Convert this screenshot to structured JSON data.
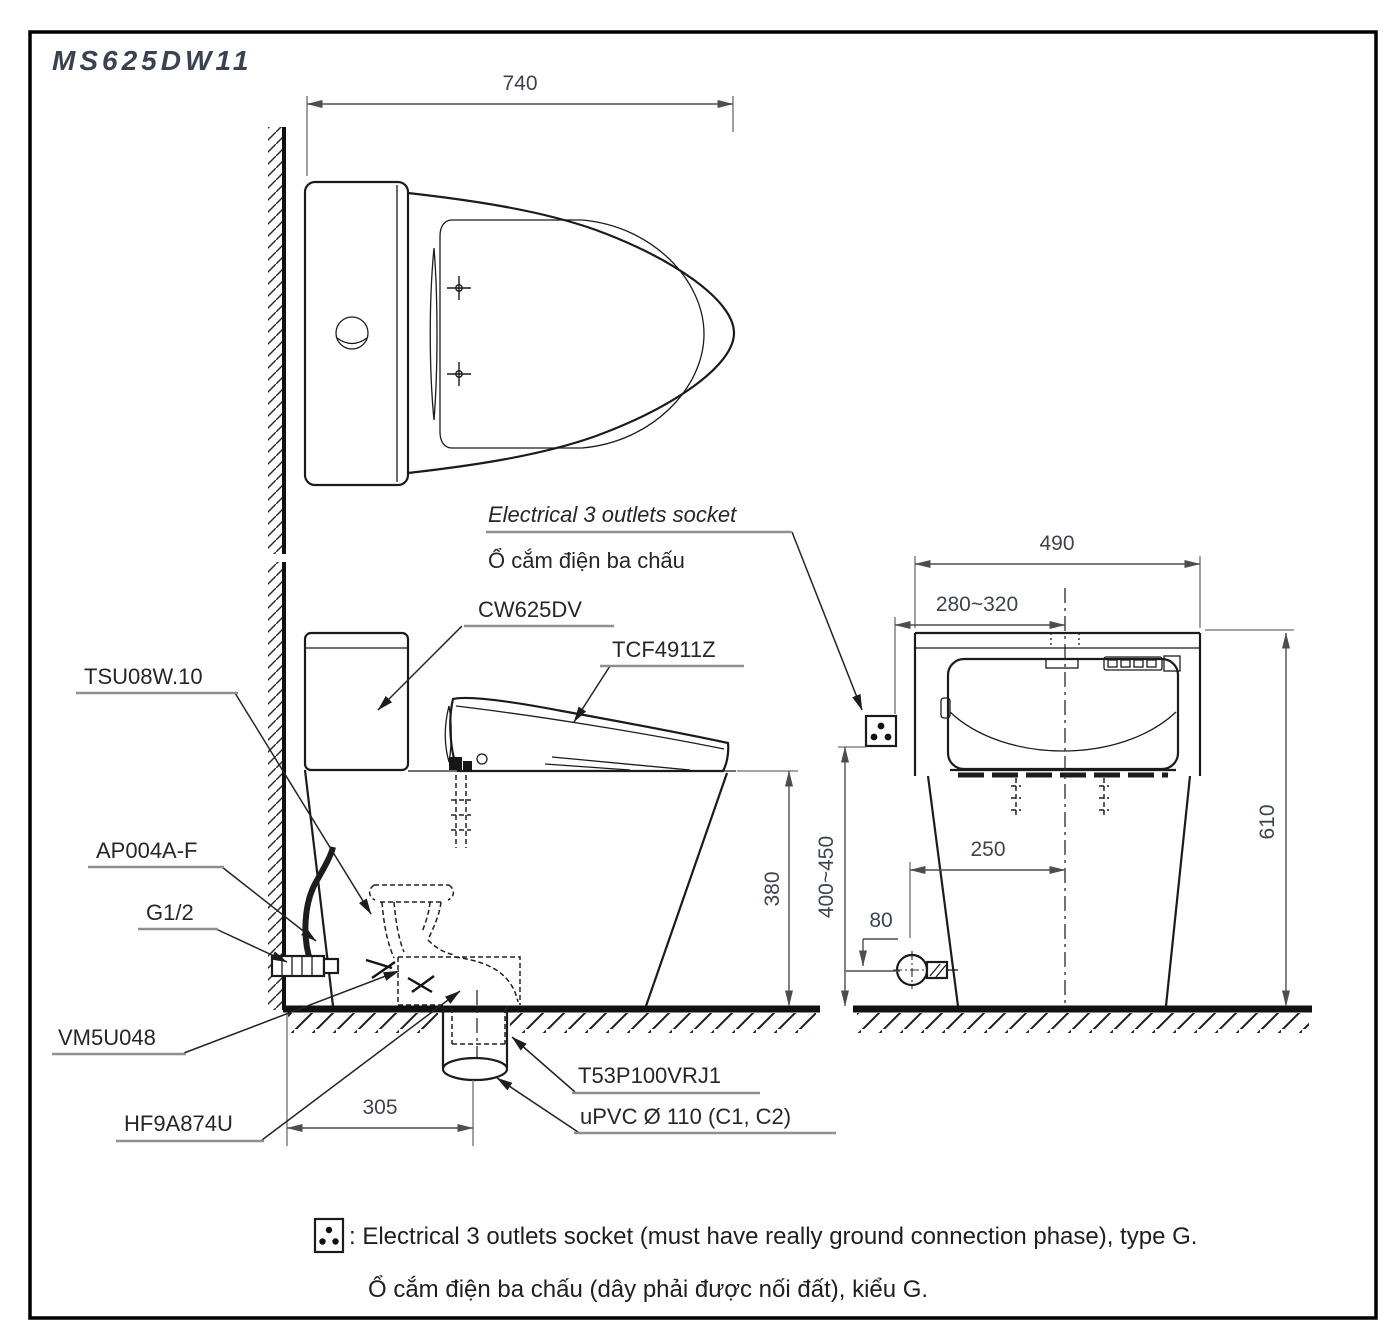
{
  "title": "MS625DW11",
  "colors": {
    "ink": "#1b1b1b",
    "dimension": "#4d4d4d",
    "underline": "#8f8f8f",
    "title_ink": "#3a4150",
    "background": "#ffffff"
  },
  "top_view": {
    "dim_width": "740"
  },
  "side_view": {
    "labels": {
      "socket_callout_en": "Electrical 3 outlets socket",
      "socket_callout_vi": "Ổ cắm điện ba chấu",
      "cistern": "CW625DV",
      "washlet": "TCF4911Z",
      "supply_hose": "TSU08W.10",
      "angle_valve": "AP004A-F",
      "thread_size": "G1/2",
      "seal": "VM5U048",
      "flange": "HF9A874U",
      "drain_joint": "T53P100VRJ1",
      "drain_pipe": "uPVC Ø 110 (C1, C2)"
    },
    "dims": {
      "rim_height": "380",
      "socket_height_range": "400~450",
      "drain_setout": "305"
    }
  },
  "front_view": {
    "dims": {
      "overall_width": "490",
      "socket_offset_range": "280~320",
      "valve_offset": "250",
      "valve_height": "80",
      "overall_height": "610"
    }
  },
  "legend": {
    "socket_icon": "electrical-3-outlets-socket-icon",
    "en": ": Electrical 3 outlets socket (must have really ground connection phase), type G.",
    "vi": "Ổ cắm điện ba chấu (dây phải được nối đất), kiểu G."
  }
}
